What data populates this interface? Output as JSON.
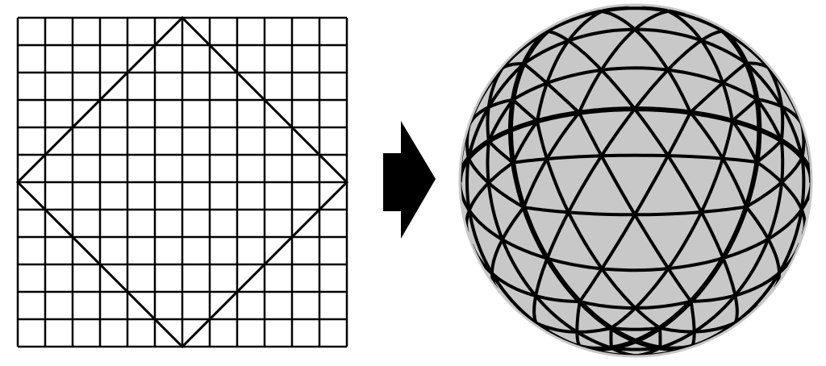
{
  "figure": {
    "flat_grid": {
      "divisions": 12,
      "inscribed_shape": "diamond"
    },
    "arrow": {
      "direction": "right",
      "icon": "right-arrow-icon"
    },
    "sphere": {
      "fill_color": "#c8c8c8",
      "line_color": "#000000",
      "grid_divisions_per_face": 6
    },
    "colors": {
      "background": "#ffffff",
      "lines": "#000000",
      "sphere": "#c8c8c8"
    }
  }
}
